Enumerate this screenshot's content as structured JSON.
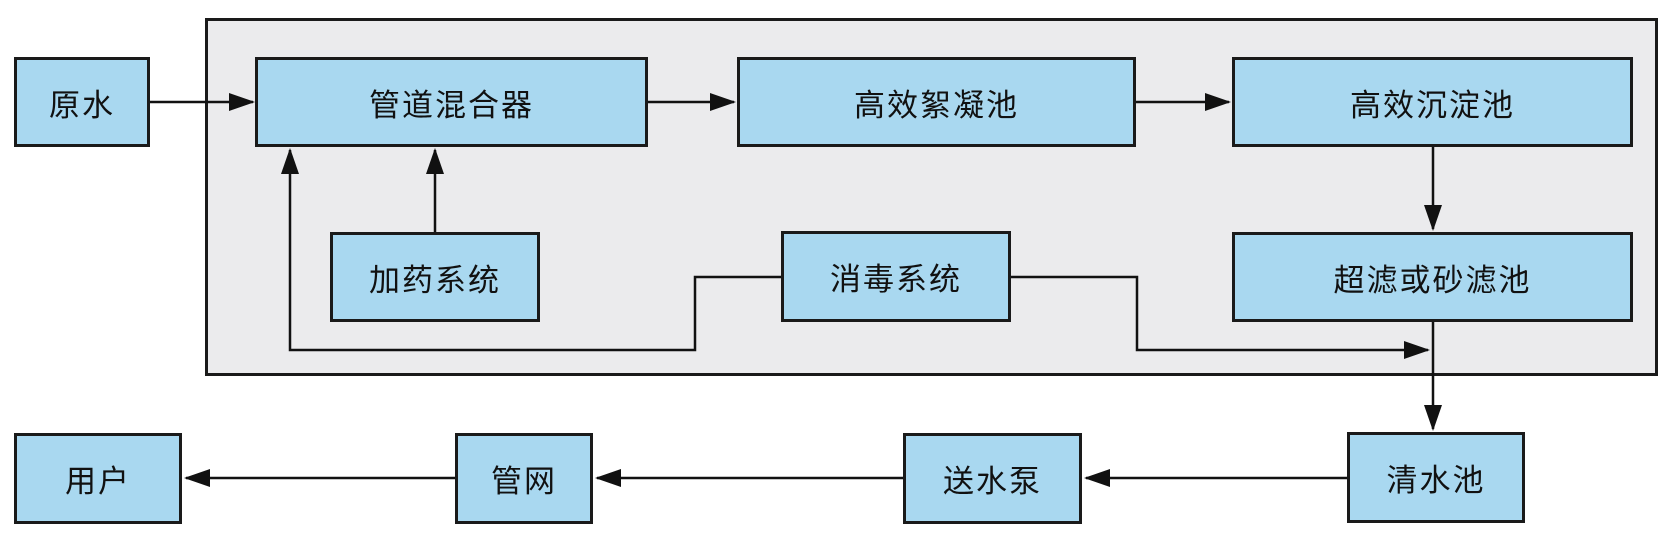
{
  "diagram": {
    "type": "flowchart",
    "subject": "water-treatment-process",
    "colors": {
      "node_fill": "#a9d8f0",
      "node_border": "#1a1a1a",
      "container_fill": "#ebebed",
      "line": "#111111",
      "background": "#ffffff",
      "text": "#111111"
    },
    "nodes": {
      "raw_water": {
        "label": "原水"
      },
      "pipe_mixer": {
        "label": "管道混合器"
      },
      "flocculation_tank": {
        "label": "高效絮凝池"
      },
      "sedimentation_tank": {
        "label": "高效沉淀池"
      },
      "dosing_system": {
        "label": "加药系统"
      },
      "disinfection_system": {
        "label": "消毒系统"
      },
      "filter_tank": {
        "label": "超滤或砂滤池"
      },
      "clear_water_tank": {
        "label": "清水池"
      },
      "water_pump": {
        "label": "送水泵"
      },
      "pipe_network": {
        "label": "管网"
      },
      "users": {
        "label": "用户"
      }
    },
    "edges": [
      {
        "from": "raw_water",
        "to": "pipe_mixer",
        "arrow": "right"
      },
      {
        "from": "pipe_mixer",
        "to": "flocculation_tank",
        "arrow": "right"
      },
      {
        "from": "flocculation_tank",
        "to": "sedimentation_tank",
        "arrow": "right"
      },
      {
        "from": "sedimentation_tank",
        "to": "filter_tank",
        "arrow": "down"
      },
      {
        "from": "dosing_system",
        "to": "pipe_mixer",
        "arrow": "up"
      },
      {
        "from": "disinfection_system",
        "to": "pipe_mixer",
        "arrow": "up",
        "route": "left-down-left-up"
      },
      {
        "from": "disinfection_system",
        "to": "clear_water_tank",
        "arrow": "right",
        "route": "right-down-right, joins filter outlet line"
      },
      {
        "from": "filter_tank",
        "to": "clear_water_tank",
        "arrow": "down"
      },
      {
        "from": "clear_water_tank",
        "to": "water_pump",
        "arrow": "left"
      },
      {
        "from": "water_pump",
        "to": "pipe_network",
        "arrow": "left"
      },
      {
        "from": "pipe_network",
        "to": "users",
        "arrow": "left"
      }
    ]
  }
}
